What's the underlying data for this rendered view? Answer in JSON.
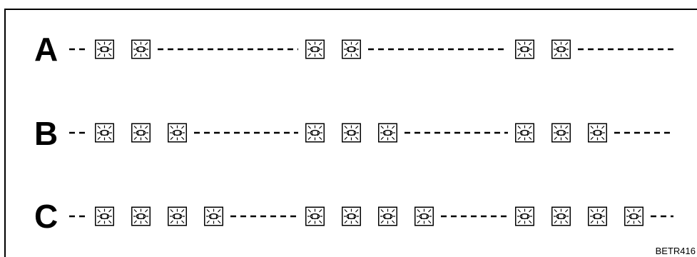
{
  "rows": [
    {
      "label": "A",
      "lamps_per_group": 2,
      "groups": 3
    },
    {
      "label": "B",
      "lamps_per_group": 3,
      "groups": 3
    },
    {
      "label": "C",
      "lamps_per_group": 4,
      "groups": 3
    }
  ],
  "lamp_icon": "flashing-lamp-icon",
  "code": "BETR416"
}
